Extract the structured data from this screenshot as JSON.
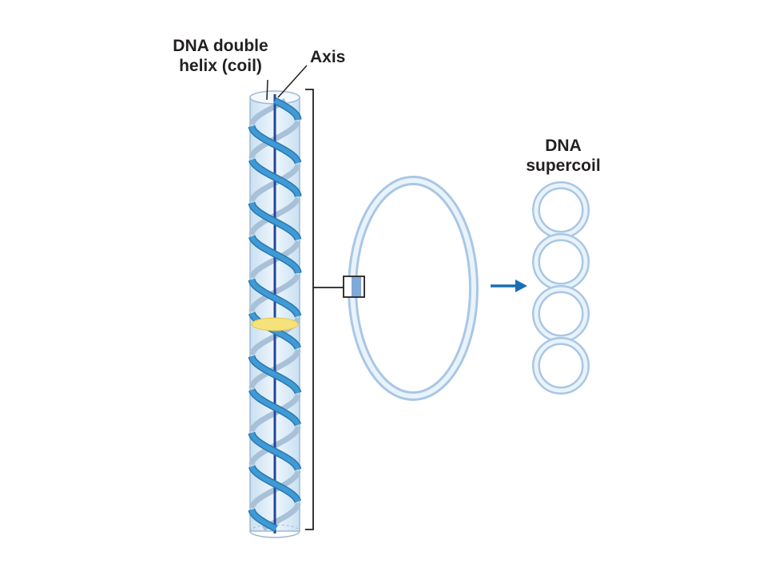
{
  "labels": {
    "helix_line1": "DNA double",
    "helix_line2": "helix (coil)",
    "axis": "Axis",
    "supercoil_line1": "DNA",
    "supercoil_line2": "supercoil"
  },
  "colors": {
    "cylinder_fill": "#d6e9f7",
    "cylinder_edge": "#9fb9d3",
    "strand_blue": "#3f9ad5",
    "strand_shadow": "#a9c1d8",
    "axis_line": "#24479a",
    "marker_yellow": "#f5e27a",
    "ring_outer": "#a9c7e4",
    "ring_inner": "#e9f3fb",
    "arrow_blue": "#1a6eb5",
    "text": "#231f20",
    "bracket": "#231f20"
  }
}
